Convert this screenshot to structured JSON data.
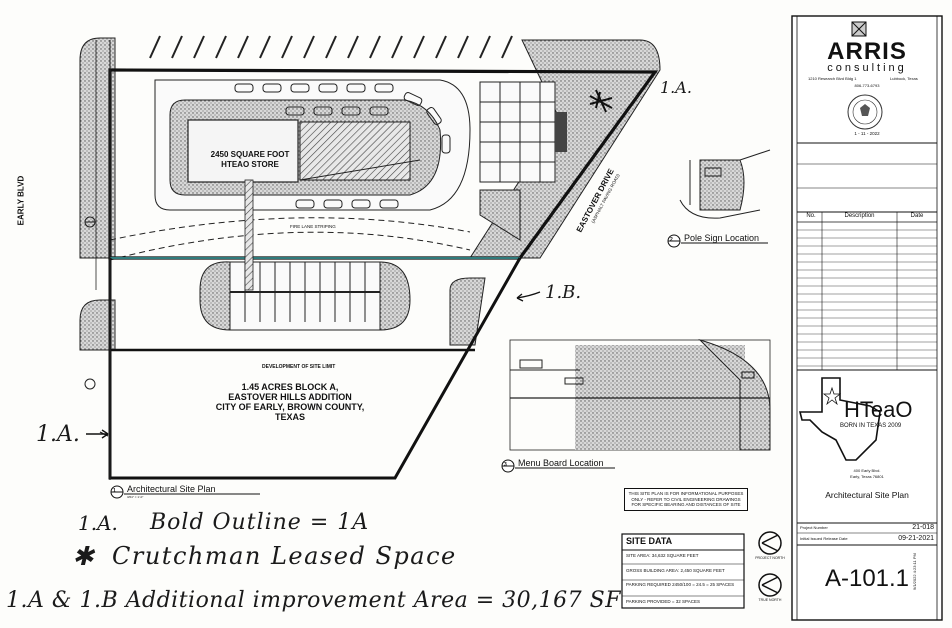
{
  "plan": {
    "store_label_line1": "2450 SQUARE FOOT",
    "store_label_line2": "HTEAO STORE",
    "road_left": "EARLY BLVD",
    "road_right": "EASTOVER DRIVE",
    "road_right_sub": "(ASPHALT PAVING ROAD)",
    "site_limit": "DEVELOPMENT OF SITE LIMIT",
    "parcel_line1": "1.45 ACRES BLOCK A,",
    "parcel_line2": "EASTOVER HILLS ADDITION",
    "parcel_line3": "CITY OF EARLY, BROWN COUNTY, TEXAS",
    "fire_lane": "FIRE LANE STRIPING",
    "drawing_title": "Architectural Site Plan",
    "drawing_num": "1",
    "pole_sign_title": "Pole Sign Location",
    "pole_sign_num": "2",
    "menu_board_title": "Menu Board Location",
    "menu_board_num": "3",
    "scale": "3/64\" = 1'-0\""
  },
  "notes": {
    "disclaimer": "THIS SITE PLAN IS FOR INFORMATIONAL PURPOSES ONLY - REFER TO CIVIL ENGINEERING DRAWINGS FOR SPECIFIC BEARING AND DISTANCES OF SITE"
  },
  "site_data": {
    "title": "SITE DATA",
    "rows": [
      "SITE AREA: 34,632 SQUARE FEET",
      "GROSS BUILDING AREA: 2,450 SQUARE FEET",
      "PARKING REQUIRED 2450/100 = 24.5 = 25 SPACES",
      "PARKING PROVIDED = 32 SPACES"
    ]
  },
  "north": {
    "project_north": "PROJECT NORTH",
    "true_north": "TRUE NORTH"
  },
  "title_block": {
    "firm_name": "ARRIS",
    "firm_sub": "consulting",
    "address_left": "1210 Research Blvd Bldg 1",
    "address_right": "Lubbock, Texas",
    "phone": "806-773-6793",
    "seal_date": "1 - 11 - 2022",
    "rev_headers": [
      "No.",
      "Description",
      "Date"
    ],
    "client_name": "HTeaO",
    "client_tag": "BORN IN TEXAS 2009",
    "client_addr1": "400 Early Blvd.",
    "client_addr2": "Early, Texas 76801",
    "sheet_title": "Architectural Site Plan",
    "project_label": "Project Number",
    "project_number": "21-018",
    "date_label": "Initial Issued Release Date",
    "date_value": "09-21-2021",
    "sheet_number": "A-101.1",
    "side_stamp": "9/1/2022 4:23:11 PM"
  },
  "annotations": {
    "tag_1a_top": "1.A.",
    "tag_1b": "1.B.",
    "tag_1a_left": "1.A.",
    "note1_key": "1.A.",
    "note1_text": "Bold Outline = 1A",
    "note2_text": "Crutchman Leased Space",
    "note3_text": "1.A & 1.B Additional improvement Area  =  30,167 SF"
  }
}
